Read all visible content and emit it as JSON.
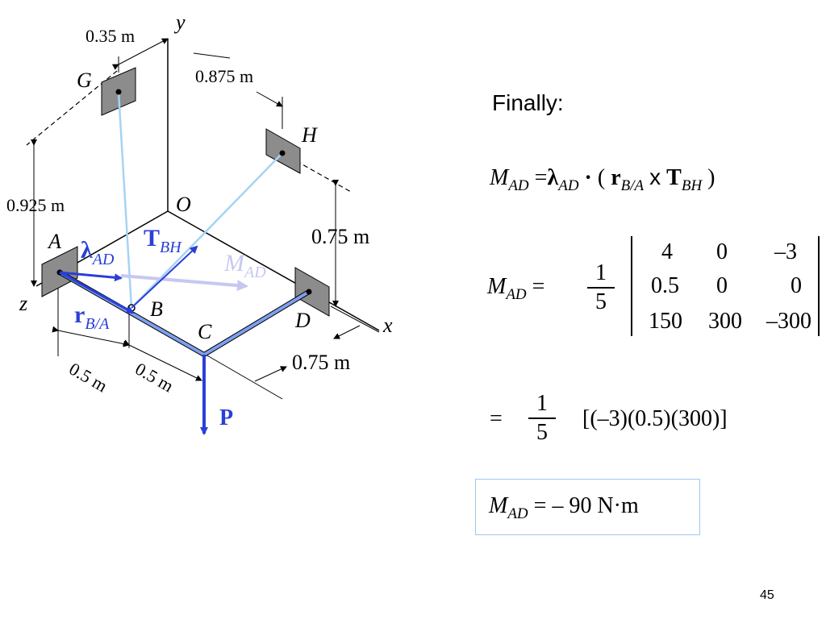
{
  "diagram": {
    "axes": {
      "y": "y",
      "x": "x",
      "z": "z",
      "origin": "O"
    },
    "points": {
      "A": "A",
      "B": "B",
      "C": "C",
      "D": "D",
      "G": "G",
      "H": "H"
    },
    "dimensions": {
      "d1": "0.35 m",
      "d2": "0.875 m",
      "d3": "0.925 m",
      "d4": "0.75 m",
      "d5": "0.75 m",
      "d6": "0.5 m",
      "d7": "0.5 m"
    },
    "vectors": {
      "lambda_main": "λ",
      "lambda_sub": "AD",
      "T_main": "T",
      "T_sub": "BH",
      "M_main": "M",
      "M_sub": "AD",
      "r_main": "r",
      "r_sub": "B/A",
      "P": "P"
    },
    "colors": {
      "cable": "#a7d3f3",
      "bar": "#7f9fef",
      "vector": "#2a3fd6",
      "moment": "#c6c8f2",
      "plate": "#8c8c8c"
    }
  },
  "text": {
    "finally": "Finally:",
    "eq1": {
      "M": "M",
      "M_sub": "AD",
      "equals": "=",
      "lambda": "λ",
      "lambda_sub": "AD",
      "dot": "·",
      "open": "(",
      "r": "r",
      "r_sub": "B/A",
      "cross": "x",
      "T": "T",
      "T_sub": "BH",
      "close": ")"
    },
    "eq2": {
      "M": "M",
      "M_sub": "AD",
      "equals": "=",
      "num": "1",
      "den": "5",
      "matrix": [
        [
          "4",
          "0",
          "–3"
        ],
        [
          "0.5",
          "0",
          "0"
        ],
        [
          "150",
          "300",
          "–300"
        ]
      ]
    },
    "eq3": {
      "equals": "=",
      "num": "1",
      "den": "5",
      "expr": "[(–3)(0.5)(300)]"
    },
    "result": {
      "M": "M",
      "M_sub": "AD",
      "value": "= – 90 N·m"
    },
    "page_number": "45"
  }
}
